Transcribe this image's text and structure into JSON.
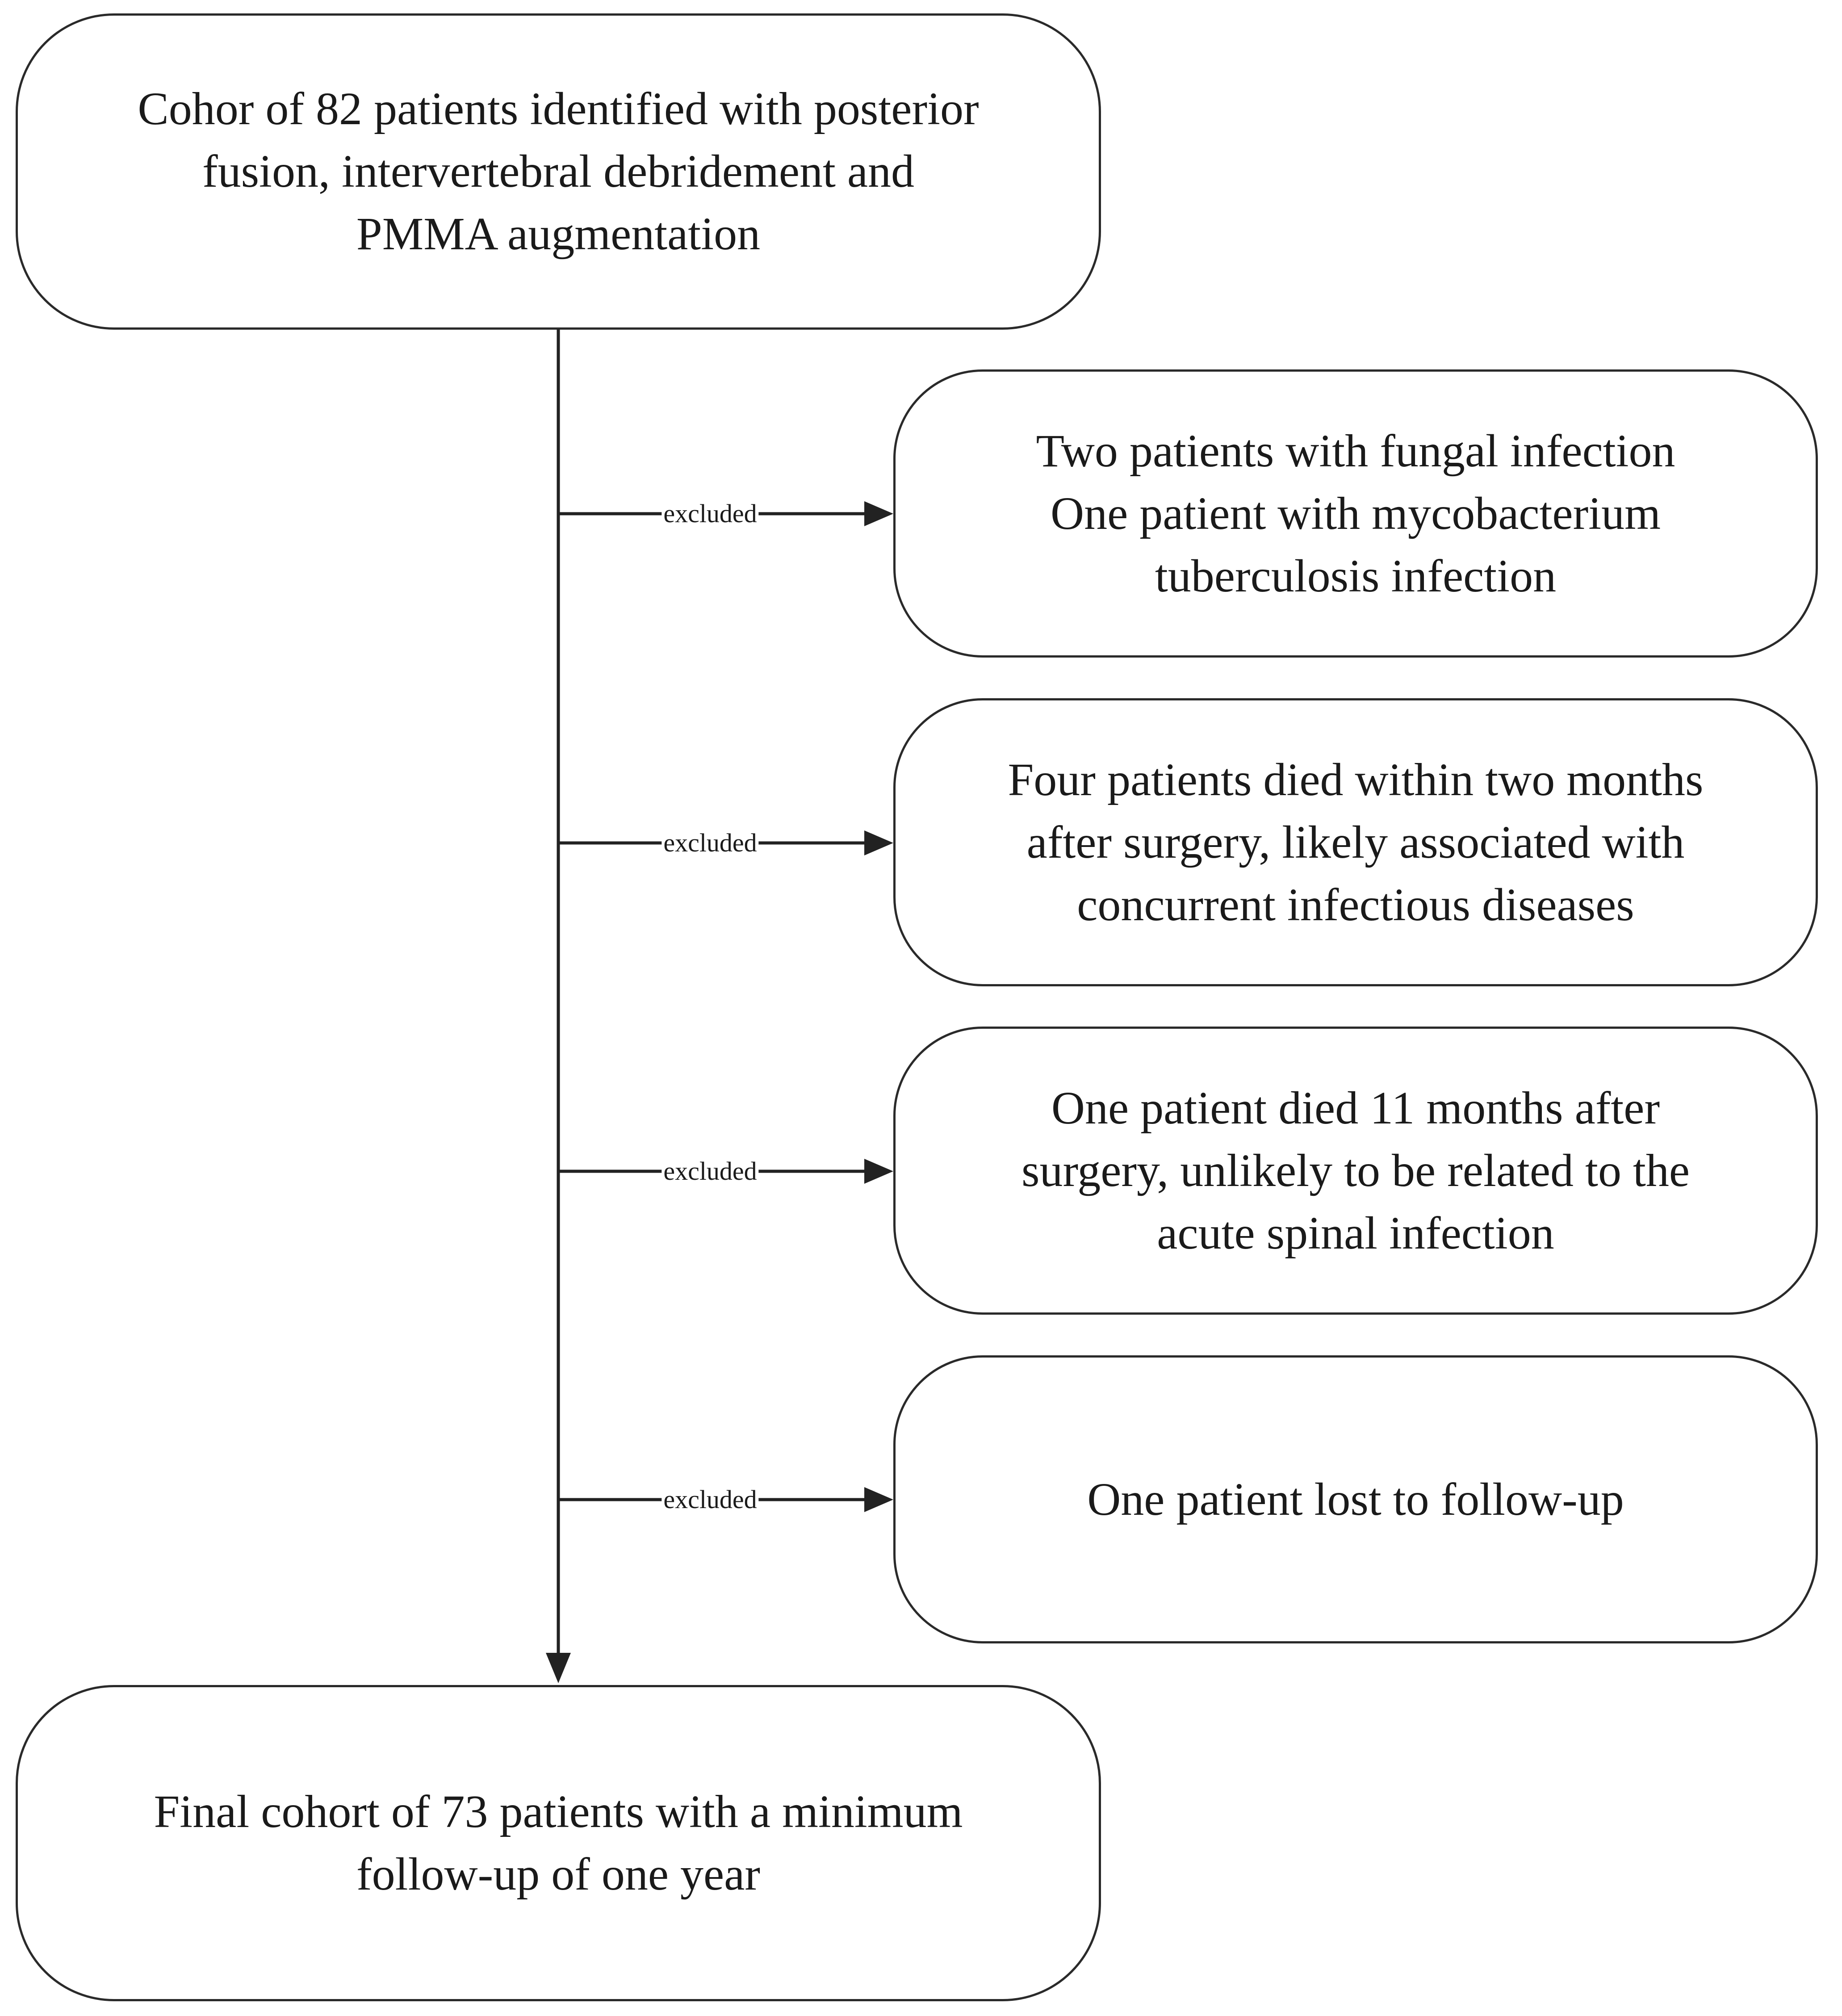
{
  "diagram": {
    "start_node": {
      "lines": [
        "Cohor of 82 patients identified with posterior",
        "fusion, intervertebral debridement and",
        "PMMA augmentation"
      ]
    },
    "exclusions": [
      {
        "edge_label": "excluded",
        "lines": [
          "Two patients with fungal infection",
          "One patient with mycobacterium",
          "tuberculosis infection"
        ]
      },
      {
        "edge_label": "excluded",
        "lines": [
          "Four patients died within two months",
          "after surgery, likely associated with",
          "concurrent infectious diseases"
        ]
      },
      {
        "edge_label": "excluded",
        "lines": [
          "One patient died 11 months after",
          "surgery, unlikely to be related to the",
          "acute spinal infection"
        ]
      },
      {
        "edge_label": "excluded",
        "lines": [
          "One patient lost to follow-up"
        ]
      }
    ],
    "end_node": {
      "lines": [
        "Final cohort of 73 patients with a minimum",
        "follow-up of one year"
      ]
    }
  }
}
